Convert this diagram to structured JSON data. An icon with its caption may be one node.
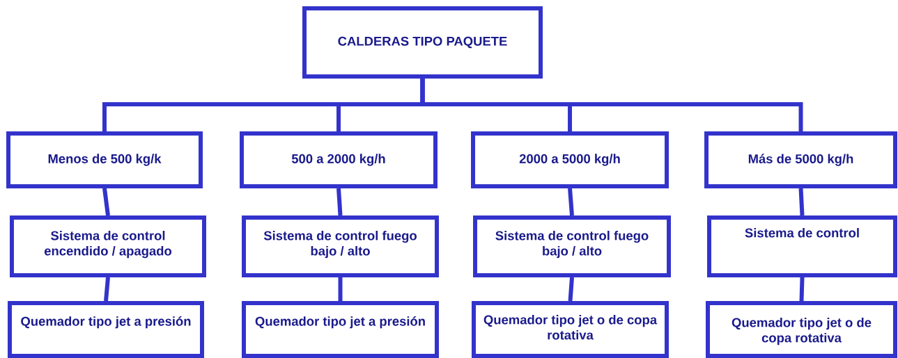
{
  "diagram": {
    "nodes": [
      {
        "text": [
          "CALDERAS TIPO PAQUETE"
        ]
      },
      {
        "text": [
          "Menos de 500 kg/k"
        ]
      },
      {
        "text": [
          "500 a 2000 kg/h"
        ]
      },
      {
        "text": [
          "2000 a 5000 kg/h"
        ]
      },
      {
        "text": [
          "Más de 5000 kg/h"
        ]
      },
      {
        "text": [
          "Sistema de control encendido / apagado"
        ]
      },
      {
        "text": [
          "Sistema de control fuego bajo / alto"
        ]
      },
      {
        "text": [
          "Sistema de control fuego bajo / alto"
        ]
      },
      {
        "text": [
          "Sistema de control"
        ]
      },
      {
        "text": [
          "Quemador tipo jet a presión"
        ]
      },
      {
        "text": [
          "Quemador tipo jet a presión"
        ]
      },
      {
        "text": [
          "Quemador tipo jet o de copa rotativa"
        ]
      },
      {
        "text": [
          "Quemador tipo jet o de copa rotativa"
        ]
      }
    ],
    "edges": [
      {
        "from": 0,
        "to": 1,
        "arrow": "none"
      },
      {
        "from": 0,
        "to": 2,
        "arrow": "none"
      },
      {
        "from": 0,
        "to": 3,
        "arrow": "none"
      },
      {
        "from": 0,
        "to": 4,
        "arrow": "none"
      },
      {
        "from": 1,
        "to": 5,
        "arrow": "none"
      },
      {
        "from": 2,
        "to": 6,
        "arrow": "none"
      },
      {
        "from": 3,
        "to": 7,
        "arrow": "none"
      },
      {
        "from": 4,
        "to": 8,
        "arrow": "none"
      },
      {
        "from": 5,
        "to": 9,
        "arrow": "none"
      },
      {
        "from": 6,
        "to": 10,
        "arrow": "none"
      },
      {
        "from": 7,
        "to": 11,
        "arrow": "none"
      },
      {
        "from": 8,
        "to": 12,
        "arrow": "none"
      }
    ]
  }
}
